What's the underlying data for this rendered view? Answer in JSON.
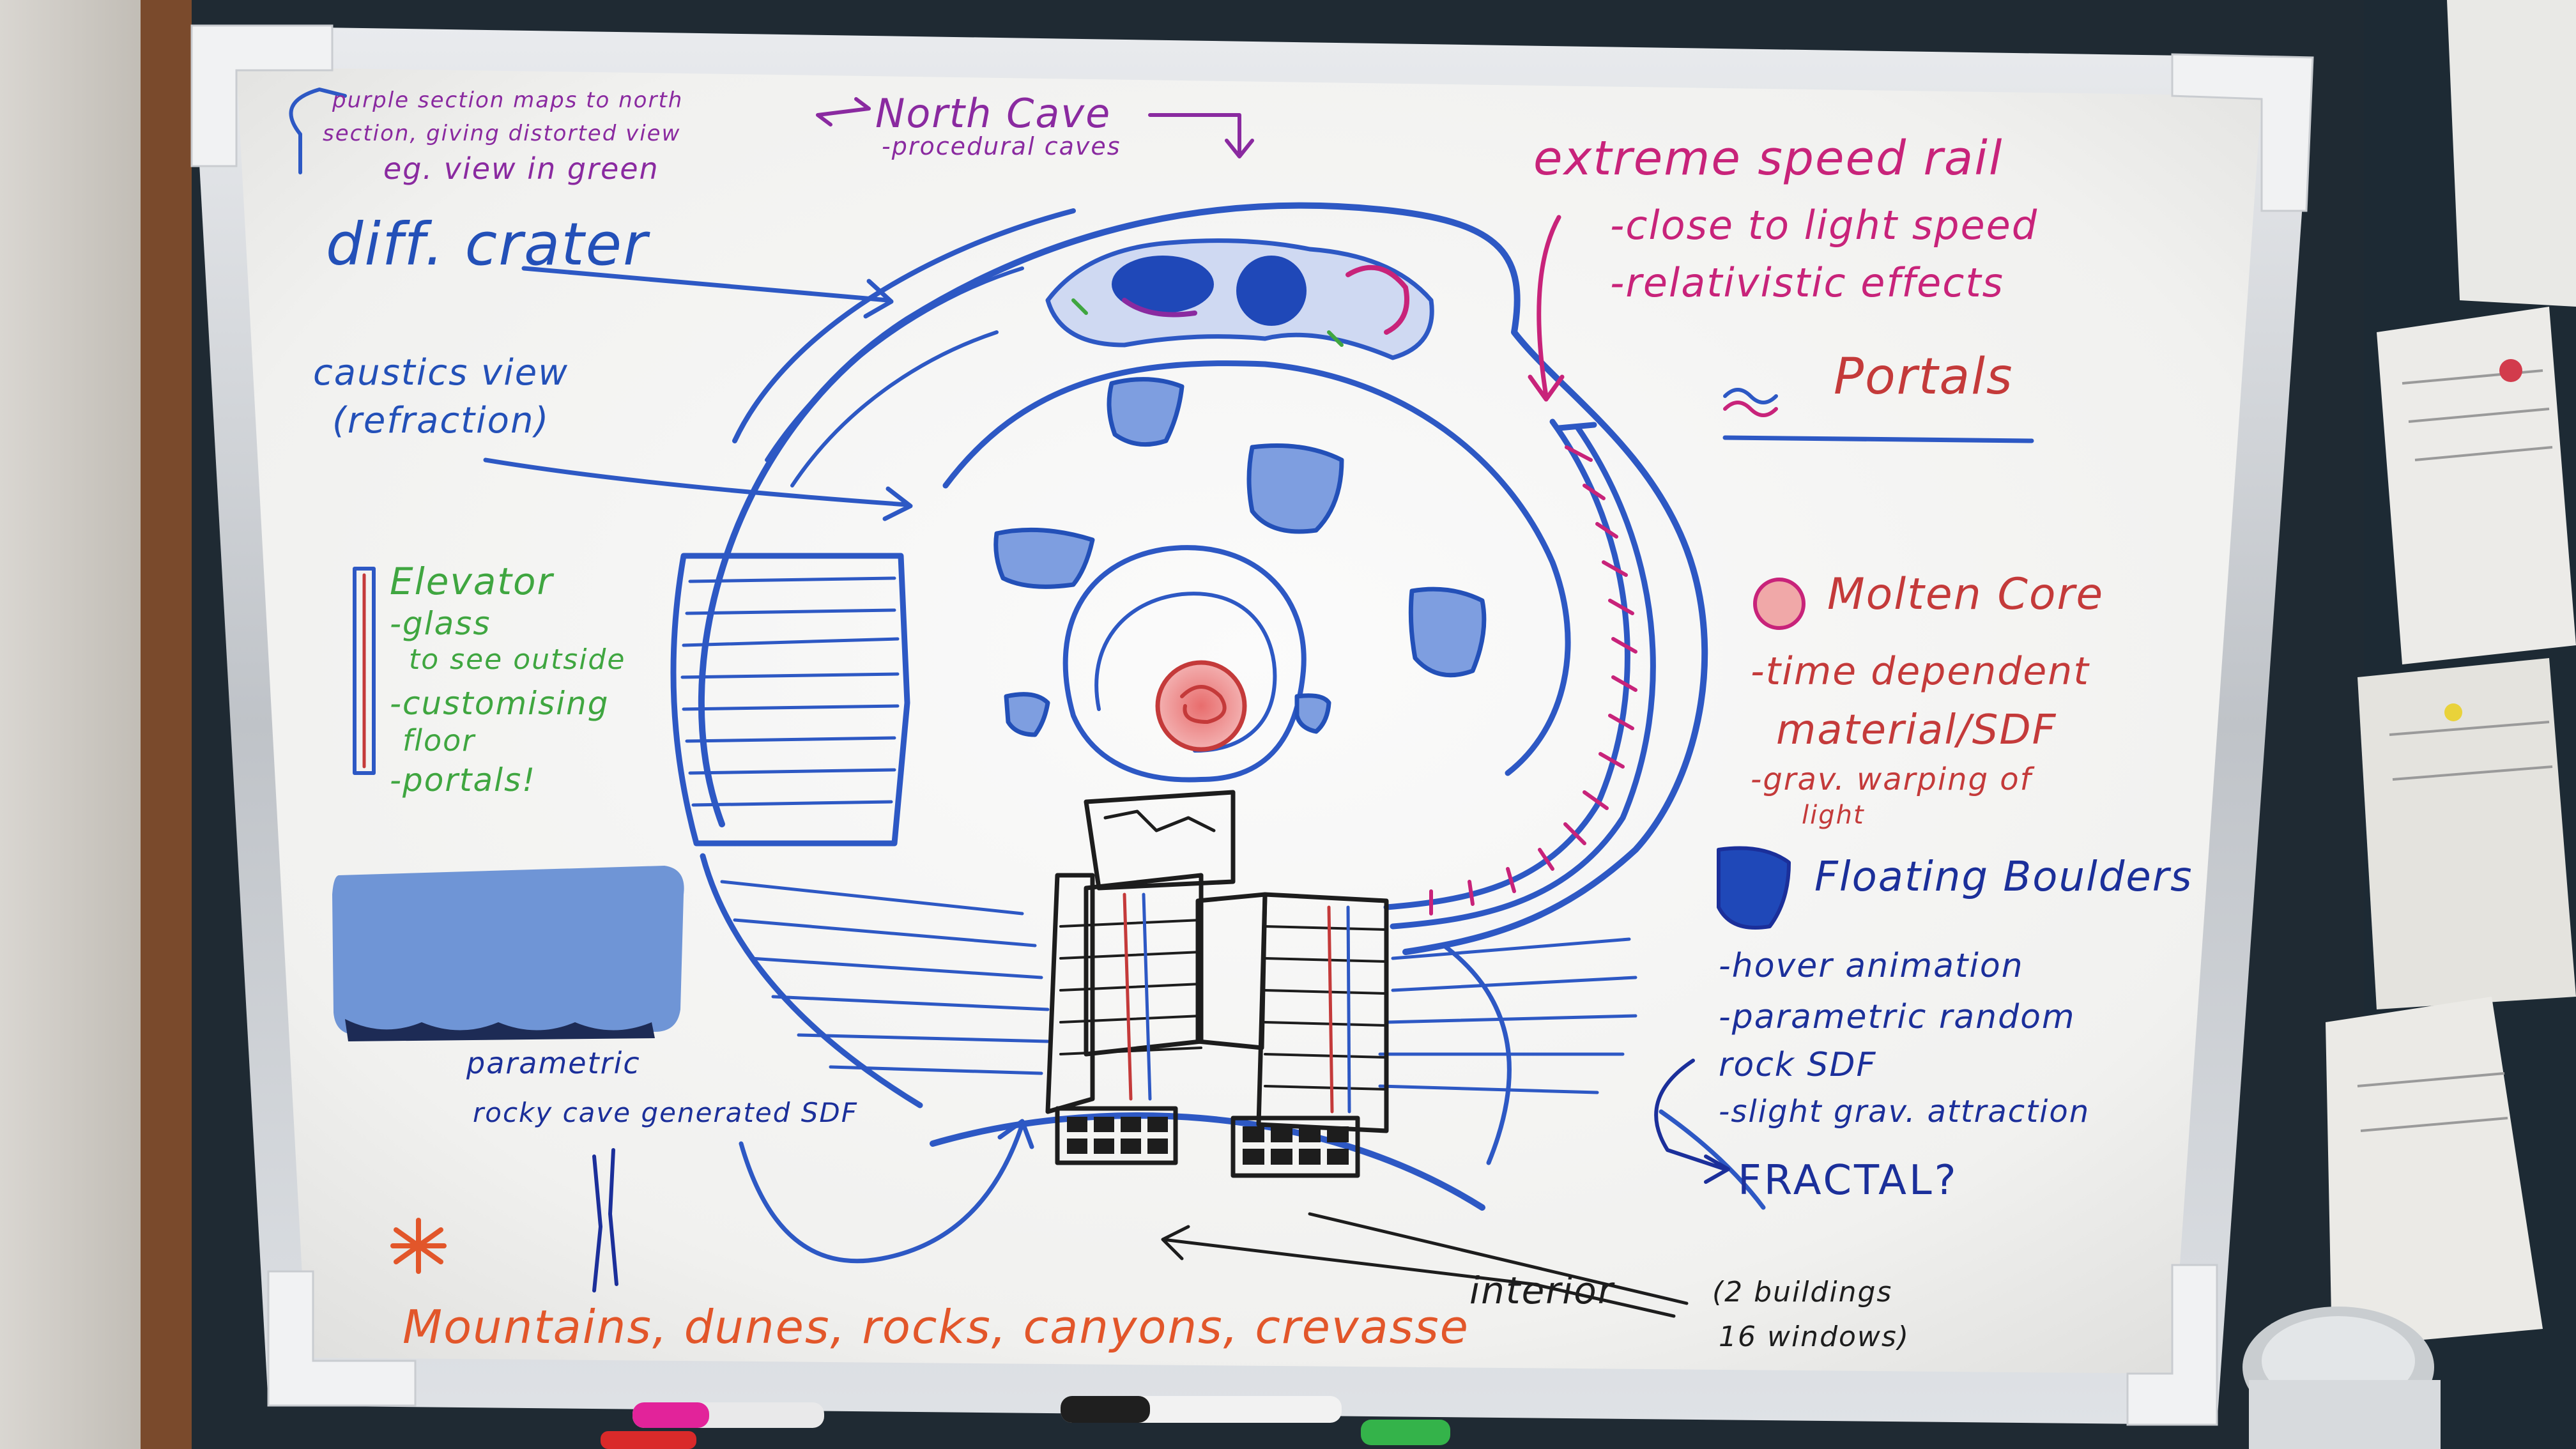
{
  "whiteboard": {
    "notes": {
      "top_left_1": "purple section maps to north",
      "top_left_2": "section, giving distorted view",
      "top_left_3": "eg. view in green",
      "north_cave": "North Cave",
      "north_cave_sub": "-procedural caves",
      "diff_crater": "diff. crater",
      "caustics_1": "caustics view",
      "caustics_2": "(refraction)",
      "elevator_1": "Elevator",
      "elevator_2": "-glass",
      "elevator_3": "to see outside",
      "elevator_4": "-customising",
      "elevator_5": "floor",
      "elevator_6": "-portals!",
      "parametric_1": "parametric",
      "parametric_2": "rocky cave generated SDF",
      "bottom_line": "Mountains, dunes, rocks, canyons, crevasse",
      "extreme_1": "extreme speed rail",
      "extreme_2": "-close to light speed",
      "extreme_3": "-relativistic effects",
      "portals": "Portals",
      "molten_1": "Molten Core",
      "molten_2": "-time dependent",
      "molten_3": "material/SDF",
      "molten_4": "-grav. warping of",
      "molten_5": "light",
      "boulders_1": "Floating Boulders",
      "boulders_2": "-hover animation",
      "boulders_3": "-parametric random",
      "boulders_4": "rock SDF",
      "boulders_5": "-slight grav. attraction",
      "boulders_6": "FRACTAL?",
      "interior_1": "interior",
      "interior_2": "(2 buildings",
      "interior_3": "16 windows)"
    },
    "marker_colors": {
      "blue": "#2350b8",
      "purple": "#8a2aa0",
      "magenta": "#c8237a",
      "red": "#c43a3a",
      "green": "#3fa640",
      "navy": "#1b2f9a",
      "orange": "#e2562a",
      "black": "#1d1d1d"
    },
    "objects": [
      "eraser",
      "markers",
      "receipts",
      "soda-can"
    ]
  }
}
